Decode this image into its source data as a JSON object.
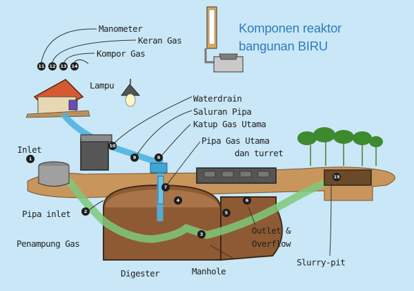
{
  "title": {
    "line1": "Komponen reaktor",
    "line2": "bangunan BIRU"
  },
  "labels": {
    "manometer": "Manometer",
    "keran_gas": "Keran Gas",
    "kompor_gas": "Kompor Gas",
    "lampu": "Lampu",
    "waterdrain": "Waterdrain",
    "saluran_pipa": "Saluran Pipa",
    "katup_gas_utama": "Katup Gas Utama",
    "pipa_gas_utama_1": "Pipa Gas Utama",
    "pipa_gas_utama_2": "dan turret",
    "inlet": "Inlet",
    "pipa_inlet": "Pipa inlet",
    "penampung_gas": "Penampung Gas",
    "digester": "Digester",
    "manhole": "Manhole",
    "outlet_1": "Outlet &",
    "outlet_2": "Overflow",
    "slurry_pit": "Slurry-pit"
  },
  "numbers": {
    "n1": "1",
    "n2": "2",
    "n3": "3",
    "n4": "4",
    "n5": "5",
    "n6": "6",
    "n7": "7",
    "n8": "8",
    "n9": "9",
    "n10": "10",
    "n11": "11",
    "n12": "12",
    "n13": "13",
    "n14": "14",
    "n15": "15"
  }
}
